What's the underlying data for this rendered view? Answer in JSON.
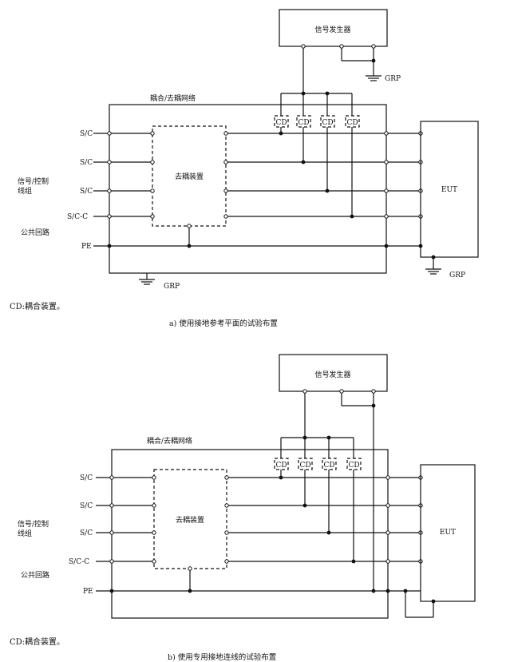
{
  "diagram_a": {
    "generator_label": "信号发生器",
    "network_label": "耦合/去耦网络",
    "decoupling_label": "去耦装置",
    "eut_label": "EUT",
    "cd_label": "CD",
    "grp_label": "GRP",
    "line_labels": [
      "S/C",
      "S/C",
      "S/C",
      "S/C-C",
      "PE"
    ],
    "group_label_line1": "信号/控制",
    "group_label_line2": "线组",
    "common_return_label": "公共回路",
    "legend": "CD:耦合装置。",
    "caption": "a)  使用接地参考平面的试验布置"
  },
  "diagram_b": {
    "generator_label": "信号发生器",
    "network_label": "耦合/去耦网络",
    "decoupling_label": "去耦装置",
    "eut_label": "EUT",
    "cd_label": "CD",
    "line_labels": [
      "S/C",
      "S/C",
      "S/C",
      "S/C-C",
      "PE"
    ],
    "group_label_line1": "信号/控制",
    "group_label_line2": "线组",
    "common_return_label": "公共回路",
    "legend": "CD:耦合装置。",
    "caption": "b)  使用专用接地连线的试验布置"
  }
}
